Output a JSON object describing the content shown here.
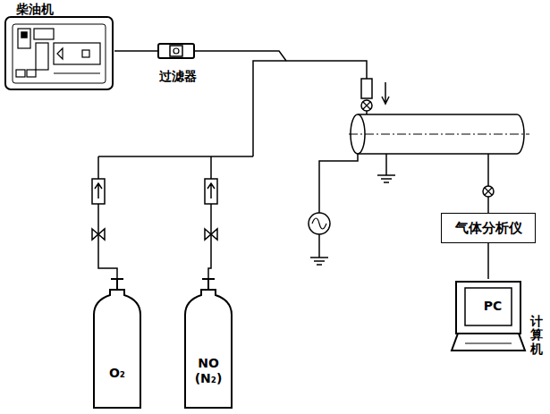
{
  "diagram": {
    "nodes": [
      {
        "text": [
          "柴油机"
        ]
      },
      {
        "text": [
          "过滤器"
        ]
      },
      {
        "text": [
          "O₂"
        ]
      },
      {
        "text": [
          "NO (N₂)"
        ]
      },
      {
        "text": [
          "气体分析仪"
        ]
      },
      {
        "text": [
          "PC",
          "计算机"
        ]
      }
    ],
    "edges": [
      {
        "from": 0,
        "to": 1,
        "arrow": "none"
      },
      {
        "from": 4,
        "to": 5,
        "arrow": "none"
      }
    ]
  }
}
